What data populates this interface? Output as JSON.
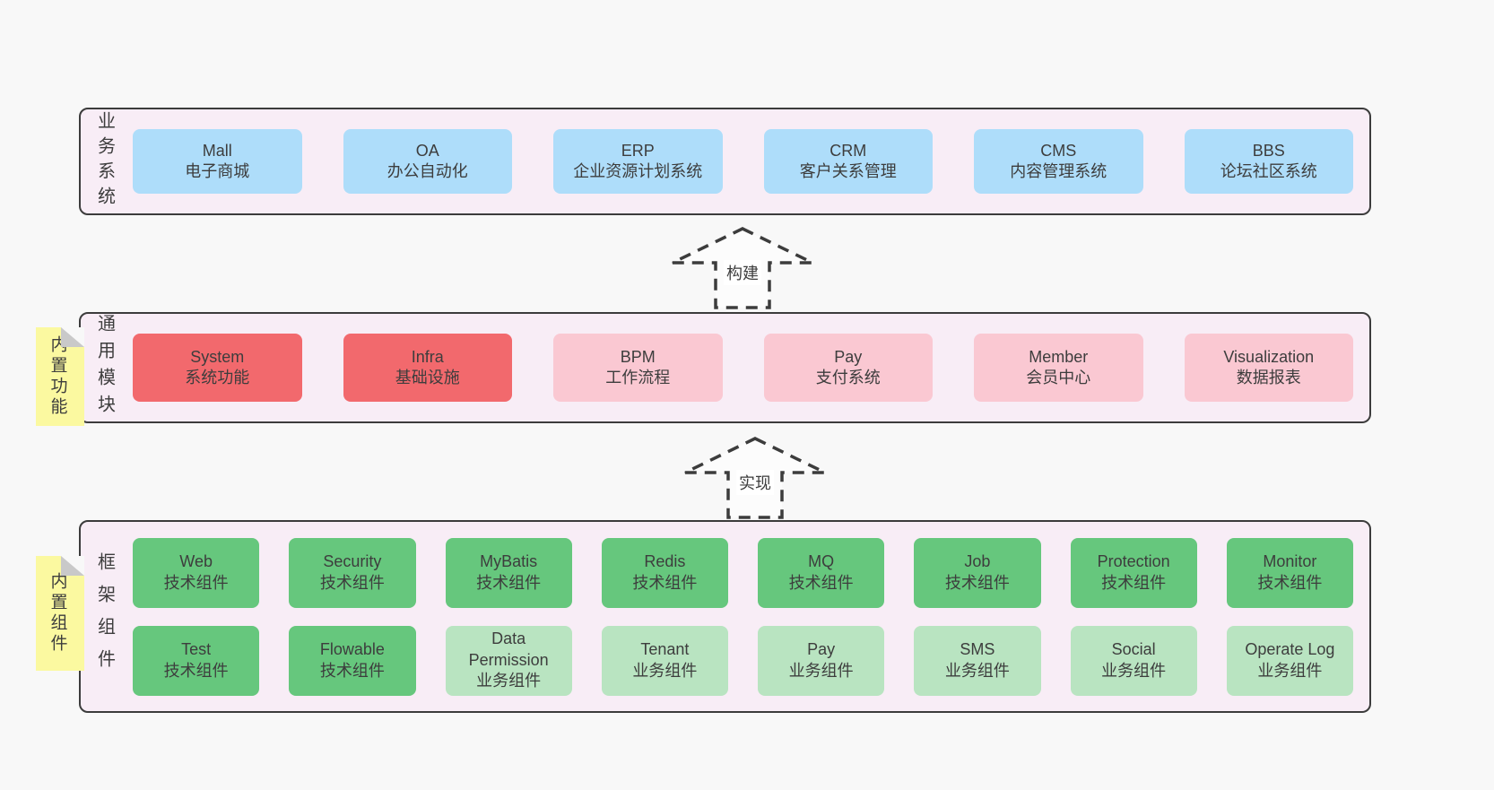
{
  "colors": {
    "page_bg": "#f8f8f8",
    "container_bg": "#f8edf6",
    "container_border": "#3c3c3c",
    "text": "#3d3d3d",
    "blue": "#aeddfa",
    "red": "#f2696d",
    "pink": "#fac8d2",
    "green": "#66c77d",
    "lightgreen": "#b9e4c1",
    "note_yellow": "#fbf9a0",
    "note_fold": "#c9c9c9"
  },
  "arrows": [
    {
      "label": "构建"
    },
    {
      "label": "实现"
    }
  ],
  "layers": [
    {
      "label": "业务系统",
      "note": "",
      "boxes": [
        {
          "title": "Mall",
          "subtitle": "电子商城",
          "variant": "blue"
        },
        {
          "title": "OA",
          "subtitle": "办公自动化",
          "variant": "blue"
        },
        {
          "title": "ERP",
          "subtitle": "企业资源计划系统",
          "variant": "blue"
        },
        {
          "title": "CRM",
          "subtitle": "客户关系管理",
          "variant": "blue"
        },
        {
          "title": "CMS",
          "subtitle": "内容管理系统",
          "variant": "blue"
        },
        {
          "title": "BBS",
          "subtitle": "论坛社区系统",
          "variant": "blue"
        }
      ]
    },
    {
      "label": "通用模块",
      "note": "内置功能",
      "boxes": [
        {
          "title": "System",
          "subtitle": "系统功能",
          "variant": "red"
        },
        {
          "title": "Infra",
          "subtitle": "基础设施",
          "variant": "red"
        },
        {
          "title": "BPM",
          "subtitle": "工作流程",
          "variant": "pink"
        },
        {
          "title": "Pay",
          "subtitle": "支付系统",
          "variant": "pink"
        },
        {
          "title": "Member",
          "subtitle": "会员中心",
          "variant": "pink"
        },
        {
          "title": "Visualization",
          "subtitle": "数据报表",
          "variant": "pink"
        }
      ]
    },
    {
      "label": "框架组件",
      "note": "内置组件",
      "boxes": [
        {
          "title": "Web",
          "subtitle": "技术组件",
          "variant": "green"
        },
        {
          "title": "Security",
          "subtitle": "技术组件",
          "variant": "green"
        },
        {
          "title": "MyBatis",
          "subtitle": "技术组件",
          "variant": "green"
        },
        {
          "title": "Redis",
          "subtitle": "技术组件",
          "variant": "green"
        },
        {
          "title": "MQ",
          "subtitle": "技术组件",
          "variant": "green"
        },
        {
          "title": "Job",
          "subtitle": "技术组件",
          "variant": "green"
        },
        {
          "title": "Protection",
          "subtitle": "技术组件",
          "variant": "green"
        },
        {
          "title": "Monitor",
          "subtitle": "技术组件",
          "variant": "green"
        },
        {
          "title": "Test",
          "subtitle": "技术组件",
          "variant": "green"
        },
        {
          "title": "Flowable",
          "subtitle": "技术组件",
          "variant": "green"
        },
        {
          "title": "Data Permission",
          "subtitle": "业务组件",
          "variant": "lightgreen"
        },
        {
          "title": "Tenant",
          "subtitle": "业务组件",
          "variant": "lightgreen"
        },
        {
          "title": "Pay",
          "subtitle": "业务组件",
          "variant": "lightgreen"
        },
        {
          "title": "SMS",
          "subtitle": "业务组件",
          "variant": "lightgreen"
        },
        {
          "title": "Social",
          "subtitle": "业务组件",
          "variant": "lightgreen"
        },
        {
          "title": "Operate Log",
          "subtitle": "业务组件",
          "variant": "lightgreen"
        }
      ]
    }
  ]
}
